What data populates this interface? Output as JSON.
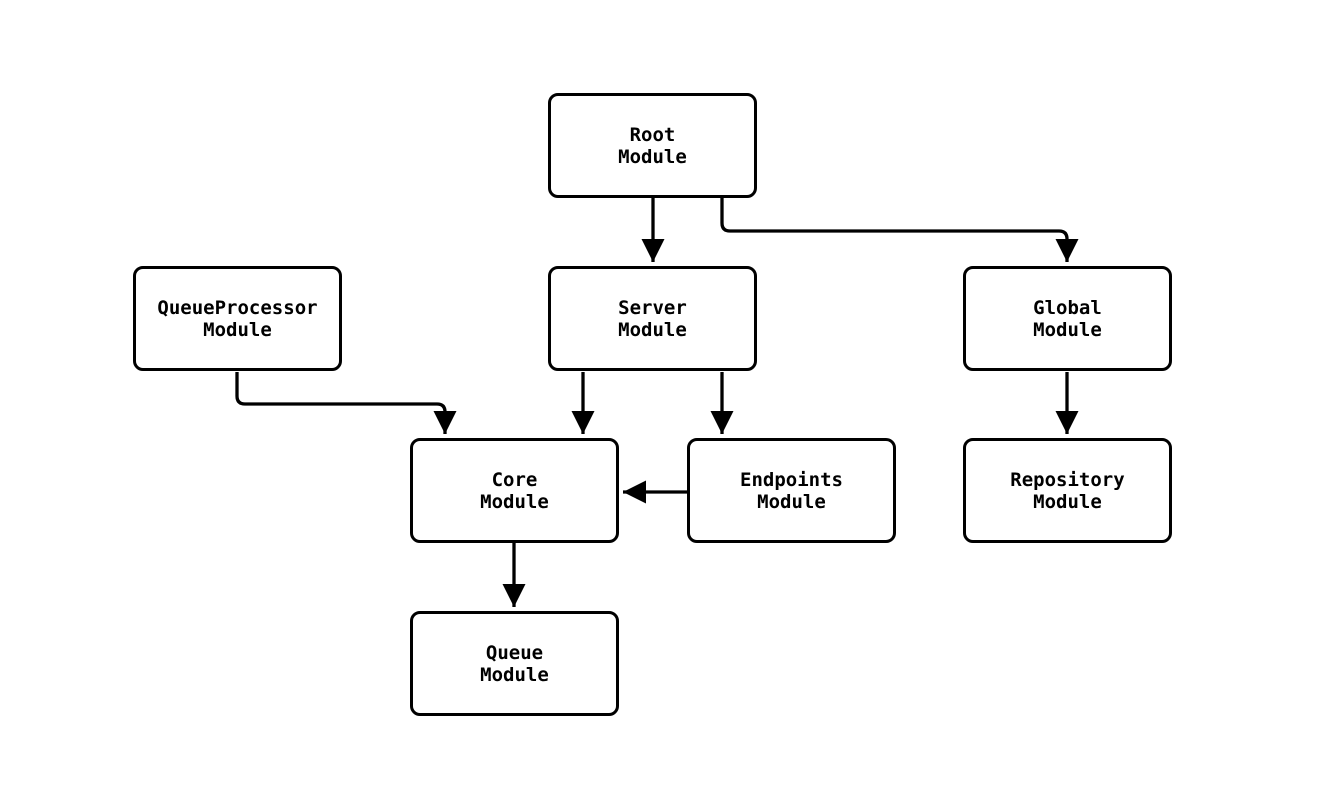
{
  "diagram": {
    "type": "module-dependency-graph",
    "colors": {
      "stroke": "#000000",
      "node_fill": "#ffffff",
      "background": "#ffffff"
    },
    "nodes": {
      "root": {
        "label": "Root\nModule"
      },
      "queue_processor": {
        "label": "QueueProcessor\nModule"
      },
      "server": {
        "label": "Server\nModule"
      },
      "global": {
        "label": "Global\nModule"
      },
      "core": {
        "label": "Core\nModule"
      },
      "endpoints": {
        "label": "Endpoints\nModule"
      },
      "repository": {
        "label": "Repository\nModule"
      },
      "queue": {
        "label": "Queue\nModule"
      }
    },
    "edges": [
      {
        "from": "Root Module",
        "to": "Server Module"
      },
      {
        "from": "Root Module",
        "to": "Global Module"
      },
      {
        "from": "QueueProcessor Module",
        "to": "Core Module"
      },
      {
        "from": "Server Module",
        "to": "Core Module"
      },
      {
        "from": "Server Module",
        "to": "Endpoints Module"
      },
      {
        "from": "Endpoints Module",
        "to": "Core Module"
      },
      {
        "from": "Global Module",
        "to": "Repository Module"
      },
      {
        "from": "Core Module",
        "to": "Queue Module"
      }
    ]
  }
}
